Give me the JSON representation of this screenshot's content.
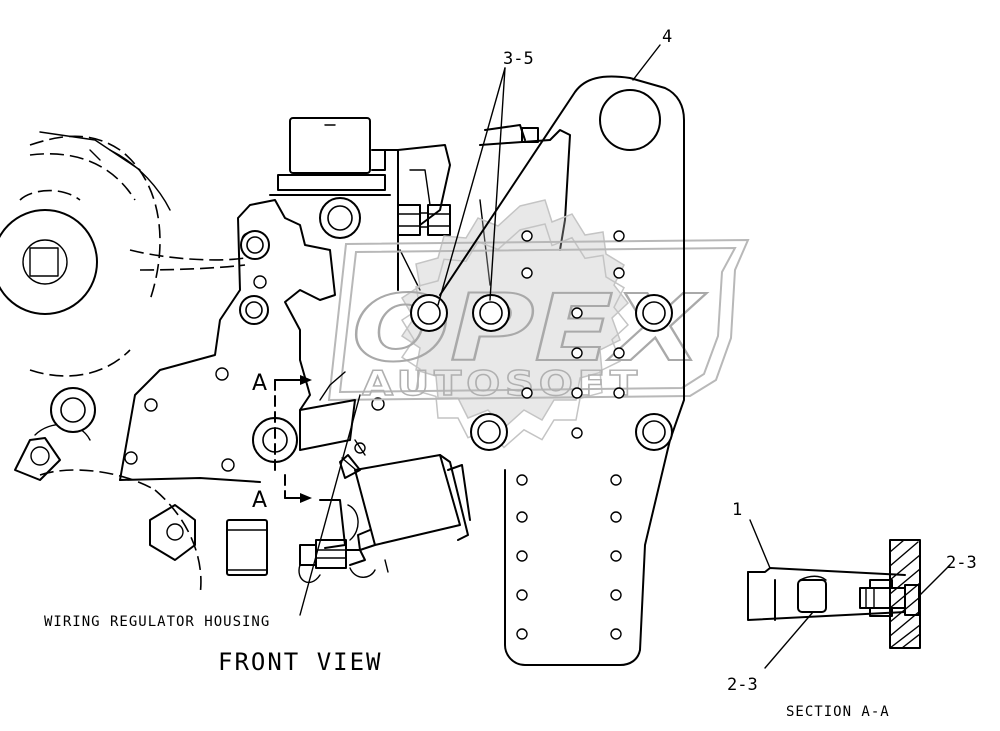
{
  "diagram": {
    "callouts": {
      "part_3_5": "3-5",
      "part_4": "4",
      "part_1": "1",
      "part_2_3_right": "2-3",
      "part_2_3_bottom": "2-3"
    },
    "section_markers": {
      "top": "A",
      "bottom": "A"
    },
    "labels": {
      "wiring_regulator_housing": "WIRING REGULATOR HOUSING",
      "front_view": "FRONT VIEW",
      "section_a_a": "SECTION A-A"
    },
    "watermark": {
      "brand": "OPEX",
      "subtitle": "AUTOSOFT"
    }
  }
}
